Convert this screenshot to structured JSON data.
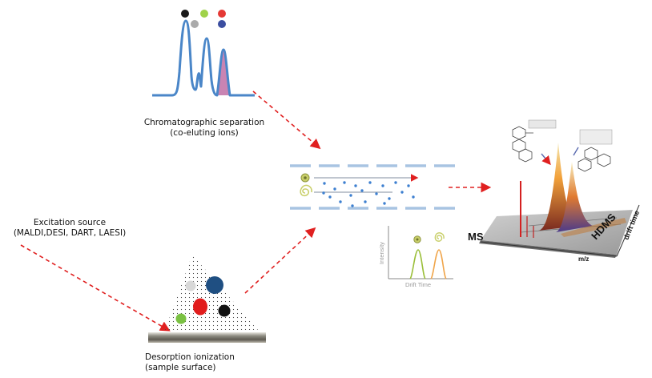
{
  "chromatography": {
    "label_line1": "Chromatographic separation",
    "label_line2": "(co-eluting ions)",
    "dot_colors": [
      "#1a1a1a",
      "#9fd24a",
      "#e53935",
      "#aaaaaa",
      "#3b4ea0"
    ],
    "peak_color": "#4a86c8",
    "highlight_color": "#c06ea6"
  },
  "excitation": {
    "label_line1": "Excitation source",
    "label_line2": "(MALDI,DESI, DART, LAESI)"
  },
  "desorption": {
    "label_line1": "Desorption ionization",
    "label_line2": "(sample surface)",
    "ion_colors": [
      "#d8d8d8",
      "#1f4f82",
      "#e11c1c",
      "#111111",
      "#7ac142"
    ]
  },
  "drift_plot": {
    "ylabel": "Intensity",
    "xlabel": "Drift Time",
    "peak_colors": [
      "#9bbf3a",
      "#f0a54a"
    ]
  },
  "hdms": {
    "ms_label": "MS",
    "hdms_label": "HDMS",
    "drift_axis_label": "drift time",
    "mz_label": "m/z"
  },
  "arrow_color": "#e02020"
}
